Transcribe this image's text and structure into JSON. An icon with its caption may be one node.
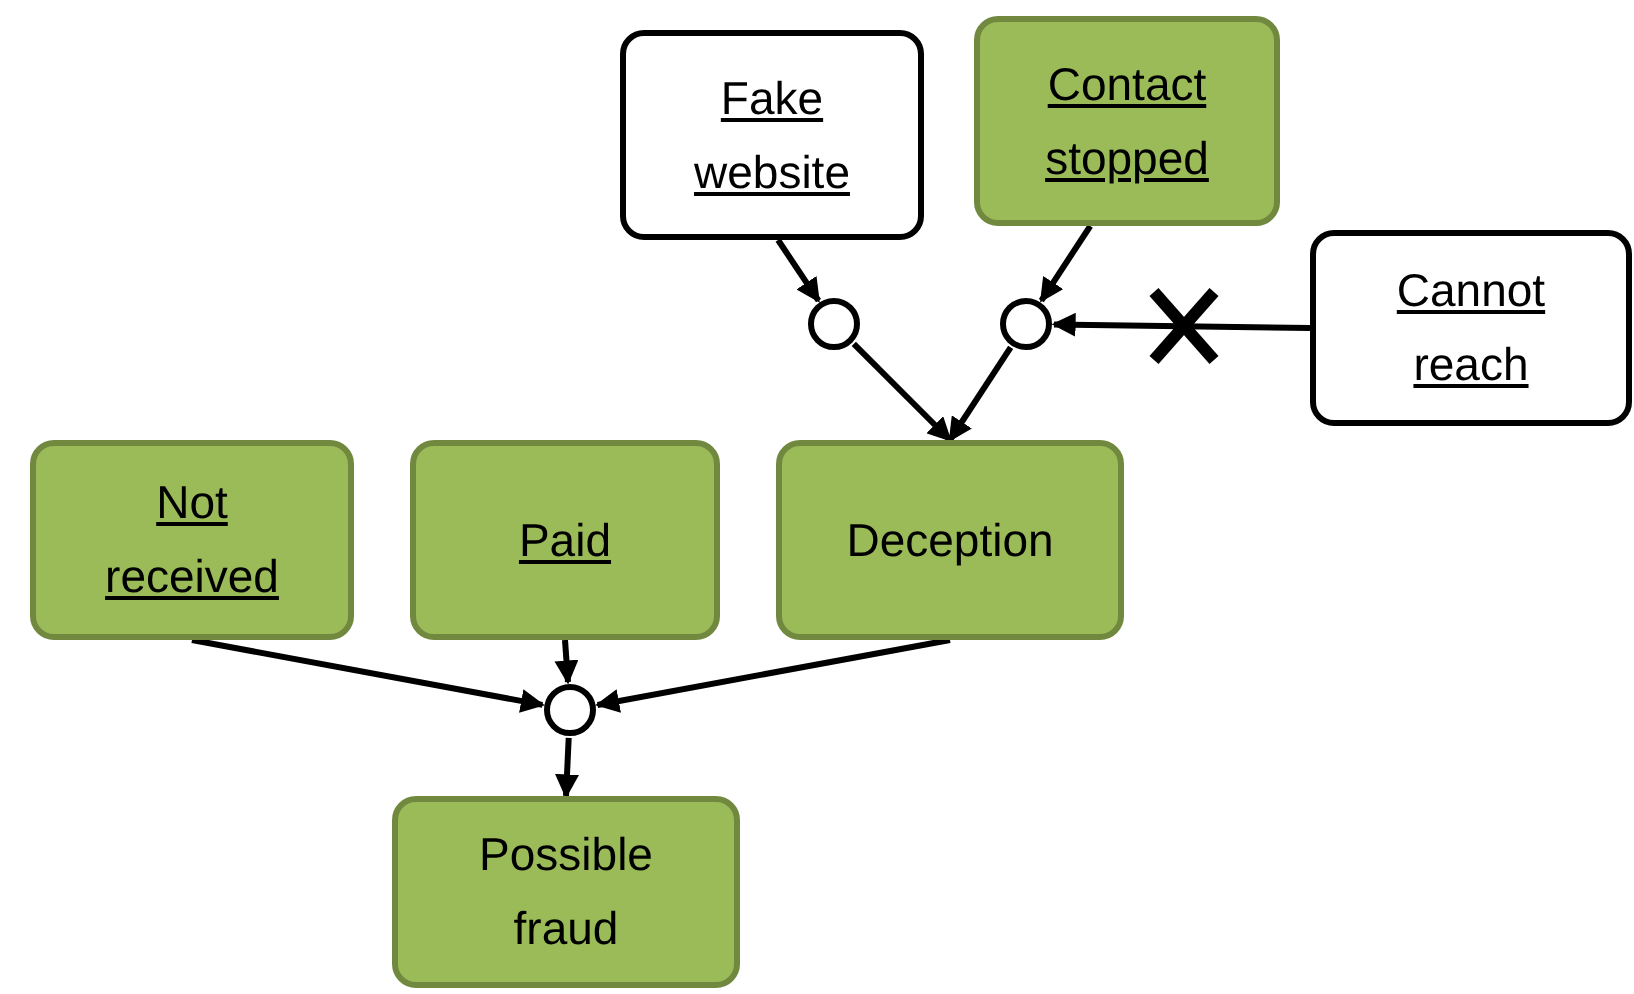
{
  "diagram": {
    "nodes": [
      {
        "text": [
          "Fake website"
        ]
      },
      {
        "text": [
          "Contact stopped"
        ]
      },
      {
        "text": [
          "Cannot reach"
        ]
      },
      {
        "text": [],
        "shape": "circle"
      },
      {
        "text": [],
        "shape": "circle"
      },
      {
        "text": [
          "Not received"
        ]
      },
      {
        "text": [
          "Paid"
        ]
      },
      {
        "text": [
          "Deception"
        ]
      },
      {
        "text": [],
        "shape": "circle"
      },
      {
        "text": [
          "Possible fraud"
        ]
      }
    ],
    "edges": [
      {
        "from": 0,
        "to": 3,
        "arrow": "to"
      },
      {
        "from": 1,
        "to": 4,
        "arrow": "to"
      },
      {
        "from": 2,
        "to": 4,
        "arrow": "to"
      },
      {
        "from": 3,
        "to": 7,
        "arrow": "to"
      },
      {
        "from": 4,
        "to": 7,
        "arrow": "to"
      },
      {
        "from": 5,
        "to": 8,
        "arrow": "to"
      },
      {
        "from": 6,
        "to": 8,
        "arrow": "to"
      },
      {
        "from": 7,
        "to": 8,
        "arrow": "to"
      },
      {
        "from": 8,
        "to": 9,
        "arrow": "to"
      }
    ]
  }
}
